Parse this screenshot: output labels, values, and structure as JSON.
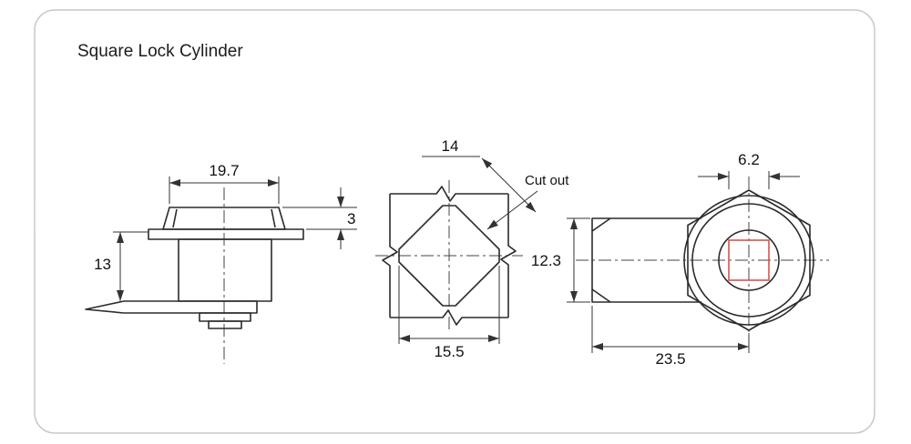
{
  "title": "Square Lock Cylinder",
  "dims": {
    "side": {
      "top_width": "19.7",
      "cap_height": "3",
      "body_height": "13"
    },
    "cutout": {
      "square_size": "14",
      "note": "Cut out",
      "across_flats": "15.5"
    },
    "face": {
      "hole_width": "6.2",
      "body_height": "12.3",
      "total_length": "23.5"
    }
  },
  "colors": {
    "cutout_red": "#d9534f",
    "outline": "#2b2b2b",
    "frame": "#c9c9c9"
  }
}
